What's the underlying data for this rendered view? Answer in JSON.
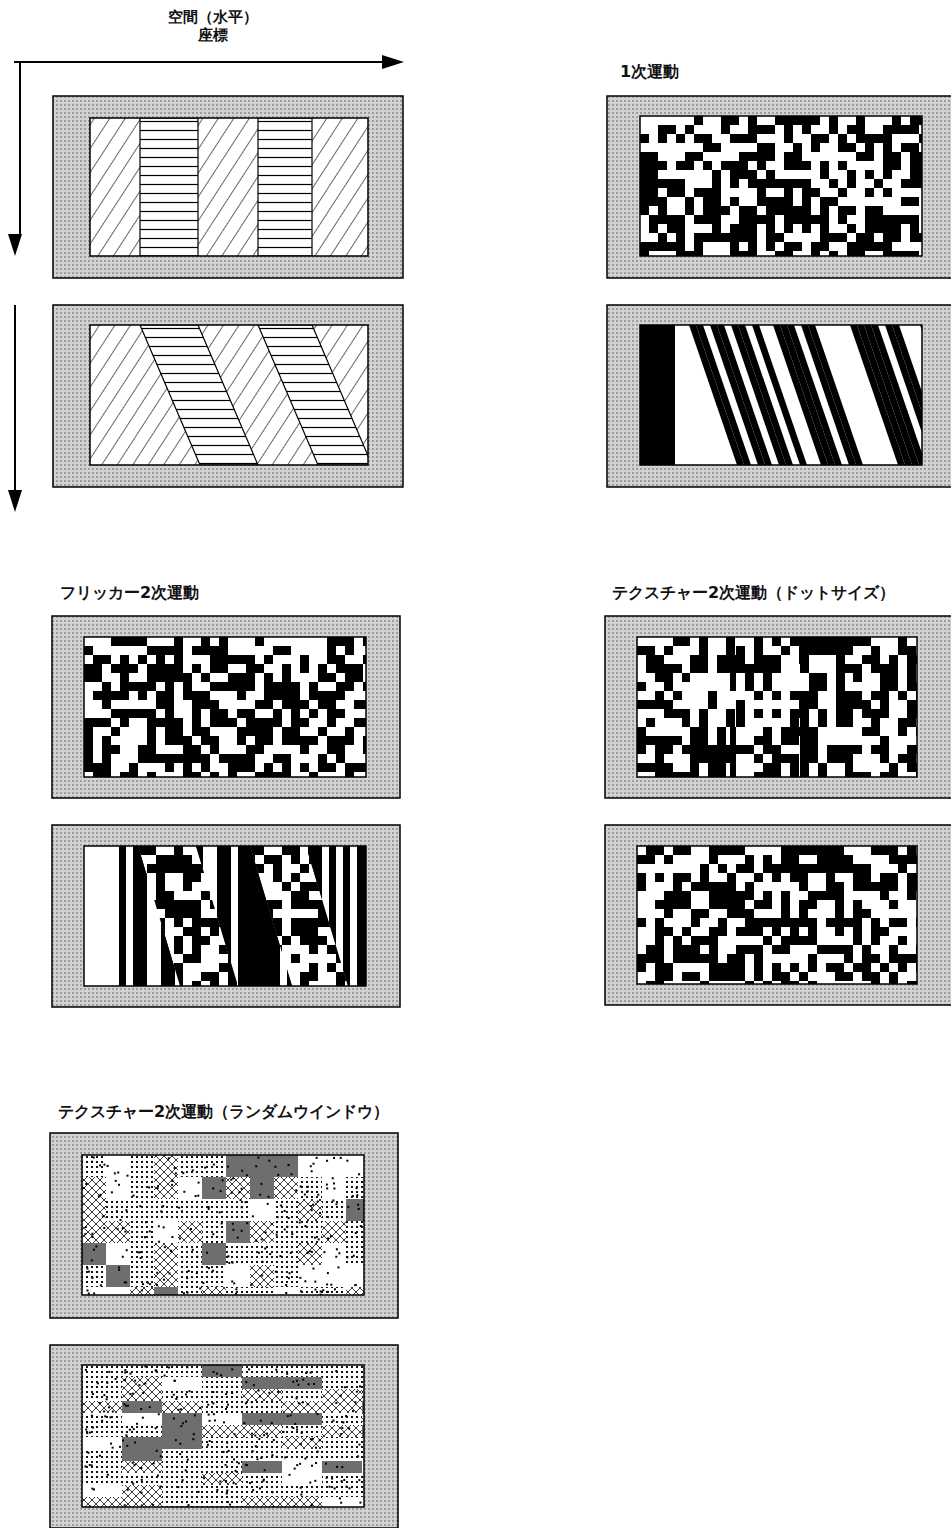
{
  "diagram": {
    "labels": [
      "空間（水平） 座標",
      "1次運動",
      "フリッカー2次運動",
      "テクスチャー2次運動（ドットサイズ）",
      "テクスチャー2次運動（ランダムウインドウ）"
    ]
  }
}
